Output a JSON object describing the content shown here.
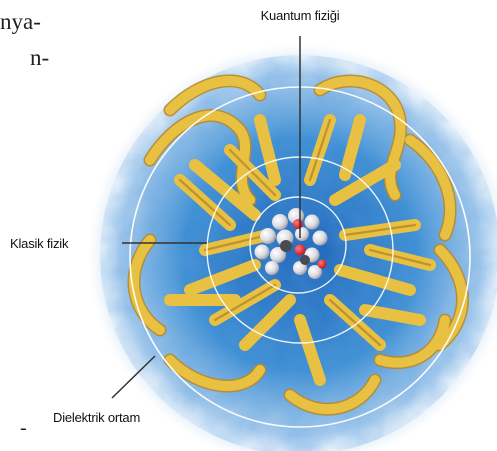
{
  "text_fragments": [
    "nya-",
    "n-",
    "-"
  ],
  "labels": {
    "quantum": "Kuantum fiziği",
    "classical": "Klasik fizik",
    "dielectric": "Dielektrik ortam"
  },
  "colors": {
    "medium_blue": "#3f8fd3",
    "protein_yellow": "#e8c042",
    "protein_shadow": "#b88a2a",
    "active_red": "#e0202a",
    "atom_white": "#e6e6ea",
    "leader_line": "#333333",
    "ring": "#ffffff"
  }
}
